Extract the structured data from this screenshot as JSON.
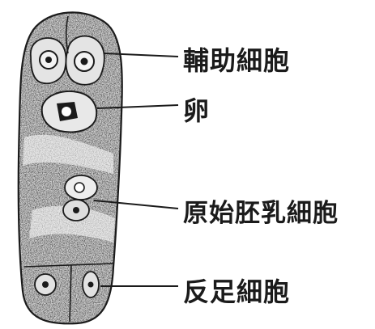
{
  "labels": {
    "synergid": "輔助細胞",
    "egg": "卵",
    "polar_nuclei": "原始胚乳細胞",
    "antipodal": "反足細胞"
  },
  "colors": {
    "ink": "#1b1b1b",
    "stipple": "#3a3a3a",
    "background": "#ffffff"
  }
}
